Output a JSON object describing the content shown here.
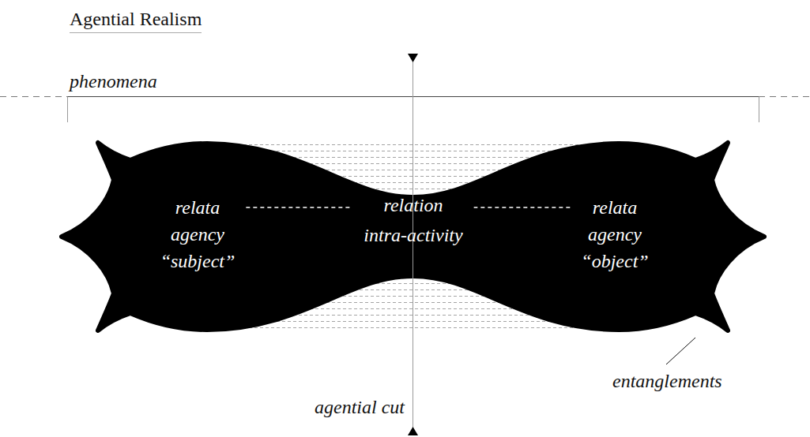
{
  "diagram": {
    "title": "Agential Realism",
    "nodes": [
      {
        "text": [
          "relata",
          "agency",
          "“subject”"
        ]
      },
      {
        "text": [
          "relation",
          "intra-activity"
        ]
      },
      {
        "text": [
          "relata",
          "agency",
          "“object”"
        ]
      }
    ],
    "edges": [
      {
        "from": 0,
        "to": 1,
        "arrow": "none"
      },
      {
        "from": 2,
        "to": 1,
        "arrow": "none"
      }
    ],
    "labels": [
      "phenomena",
      "entanglements",
      "agential cut"
    ]
  }
}
